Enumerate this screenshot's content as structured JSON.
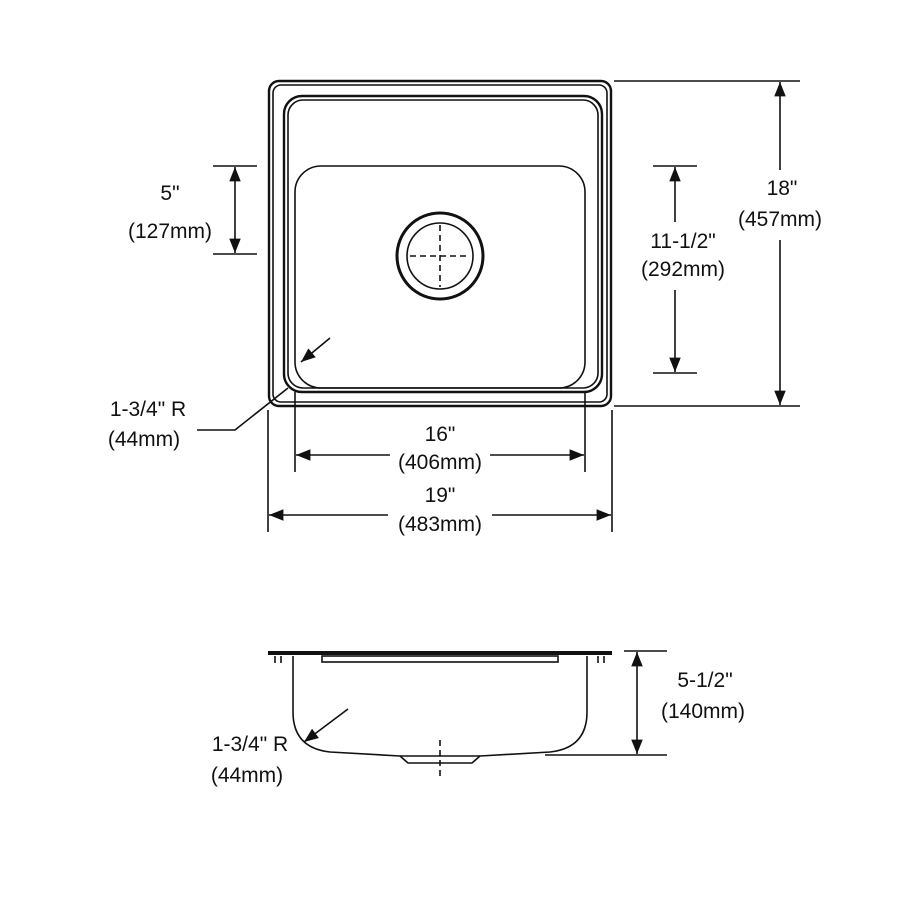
{
  "top_view": {
    "dim_bowl_front_depth": {
      "inch": "5\"",
      "mm": "(127mm)"
    },
    "dim_bowl_length": {
      "inch": "11-1/2\"",
      "mm": "(292mm)"
    },
    "dim_overall_length": {
      "inch": "18\"",
      "mm": "(457mm)"
    },
    "dim_corner_radius": {
      "inch": "1-3/4\" R",
      "mm": "(44mm)"
    },
    "dim_bowl_width": {
      "inch": "16\"",
      "mm": "(406mm)"
    },
    "dim_overall_width": {
      "inch": "19\"",
      "mm": "(483mm)"
    }
  },
  "side_view": {
    "dim_depth": {
      "inch": "5-1/2\"",
      "mm": "(140mm)"
    },
    "dim_corner_radius": {
      "inch": "1-3/4\" R",
      "mm": "(44mm)"
    }
  }
}
